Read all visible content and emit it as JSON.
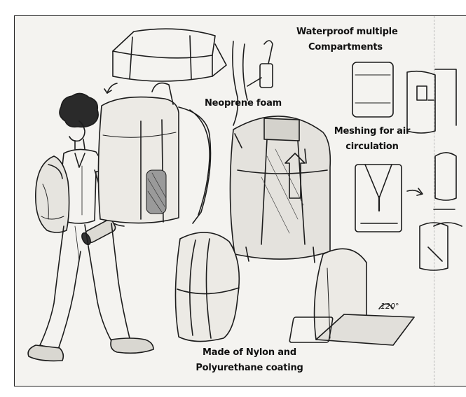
{
  "annotations": {
    "waterproof_line1": "Waterproof multiple",
    "waterproof_line2": "Compartments",
    "neoprene": "Neoprene foam",
    "meshing_line1": "Meshing for air",
    "meshing_line2": "circulation",
    "material_line1": "Made of Nylon and",
    "material_line2": "Polyurethane coating",
    "angle_mark": "120°"
  },
  "colors": {
    "paper": "#f4f3f0",
    "ink": "#1c1c1c",
    "shade": "#555555"
  }
}
